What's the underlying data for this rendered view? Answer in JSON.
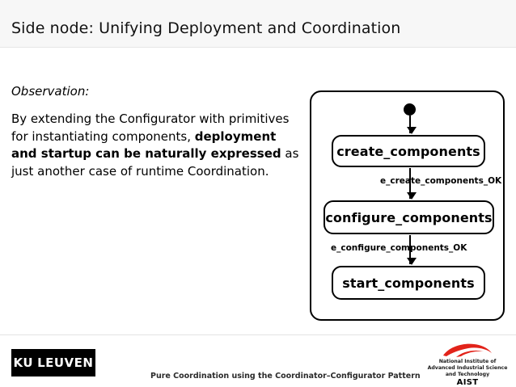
{
  "slide": {
    "title": "Side node: Unifying Deployment and Coordination"
  },
  "left": {
    "observation_label": "Observation:",
    "paragraph_part1": "By extending the Configurator with primitives for instantiating components, ",
    "paragraph_bold": "deployment and startup can be naturally expressed",
    "paragraph_part2": " as just another case of runtime Coordination."
  },
  "diagram": {
    "states": [
      {
        "label": "create_components"
      },
      {
        "label": "configure_components"
      },
      {
        "label": "start_components"
      }
    ],
    "transitions": [
      {
        "label": "e_create_components_OK"
      },
      {
        "label": "e_configure_components_OK"
      }
    ]
  },
  "footer": {
    "logo_ku": "KU",
    "logo_leuven": "LEUVEN",
    "center_text": "Pure Coordination using the Coordinator–Configurator Pattern",
    "aist_line1": "National Institute of",
    "aist_line2": "Advanced Industrial Science",
    "aist_line3": "and Technology",
    "aist_name": "AIST"
  },
  "colors": {
    "title_bg": "#f7f7f7",
    "ink": "#000000",
    "aist_red": "#e2231a"
  }
}
